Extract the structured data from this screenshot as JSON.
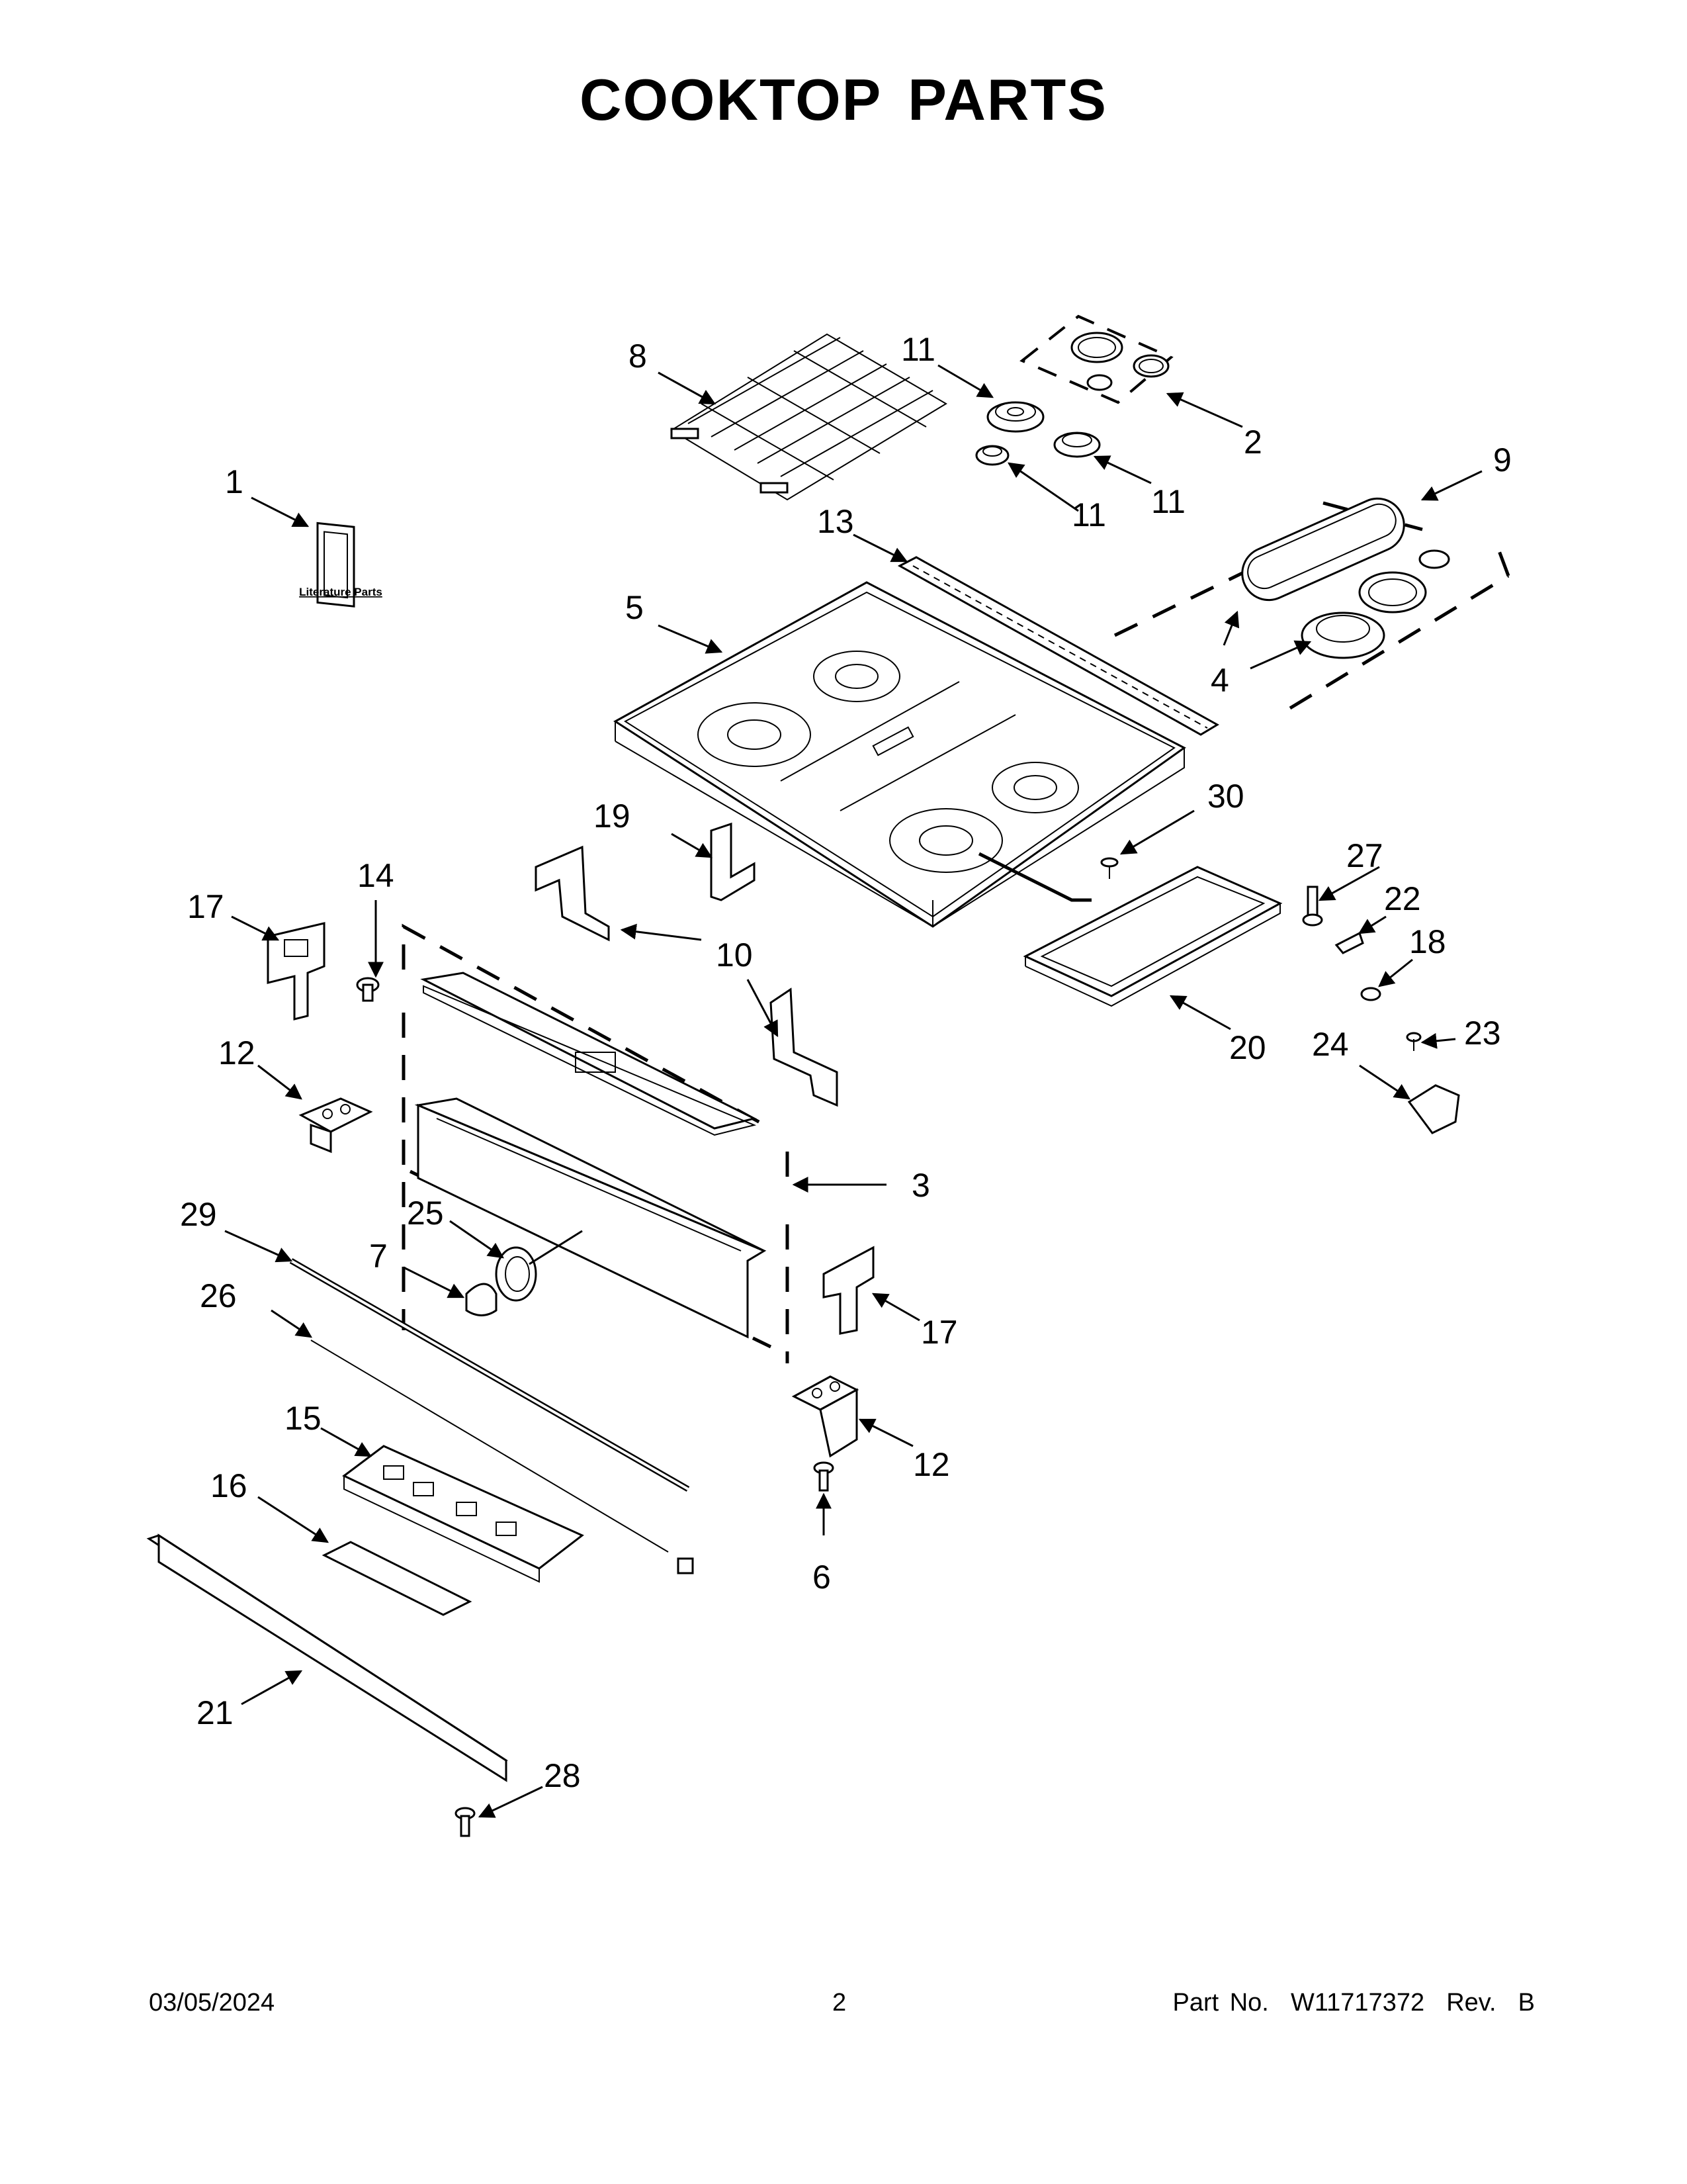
{
  "title": "COOKTOP PARTS",
  "literature_label": "Literature Parts",
  "callouts": [
    {
      "id": "c1",
      "label": "1"
    },
    {
      "id": "c2",
      "label": "2"
    },
    {
      "id": "c3",
      "label": "3"
    },
    {
      "id": "c4",
      "label": "4"
    },
    {
      "id": "c5",
      "label": "5"
    },
    {
      "id": "c6",
      "label": "6"
    },
    {
      "id": "c7",
      "label": "7"
    },
    {
      "id": "c8",
      "label": "8"
    },
    {
      "id": "c9",
      "label": "9"
    },
    {
      "id": "c10",
      "label": "10"
    },
    {
      "id": "c11a",
      "label": "11"
    },
    {
      "id": "c11b",
      "label": "11"
    },
    {
      "id": "c11c",
      "label": "11"
    },
    {
      "id": "c12a",
      "label": "12"
    },
    {
      "id": "c12b",
      "label": "12"
    },
    {
      "id": "c13",
      "label": "13"
    },
    {
      "id": "c14",
      "label": "14"
    },
    {
      "id": "c15",
      "label": "15"
    },
    {
      "id": "c16",
      "label": "16"
    },
    {
      "id": "c17a",
      "label": "17"
    },
    {
      "id": "c17b",
      "label": "17"
    },
    {
      "id": "c18",
      "label": "18"
    },
    {
      "id": "c19",
      "label": "19"
    },
    {
      "id": "c20",
      "label": "20"
    },
    {
      "id": "c21",
      "label": "21"
    },
    {
      "id": "c22",
      "label": "22"
    },
    {
      "id": "c23",
      "label": "23"
    },
    {
      "id": "c24",
      "label": "24"
    },
    {
      "id": "c25",
      "label": "25"
    },
    {
      "id": "c26",
      "label": "26"
    },
    {
      "id": "c27",
      "label": "27"
    },
    {
      "id": "c28",
      "label": "28"
    },
    {
      "id": "c29",
      "label": "29"
    },
    {
      "id": "c30",
      "label": "30"
    }
  ],
  "footer": {
    "date": "03/05/2024",
    "page": "2",
    "part_no": "Part No.  W11717372  Rev.  B"
  }
}
